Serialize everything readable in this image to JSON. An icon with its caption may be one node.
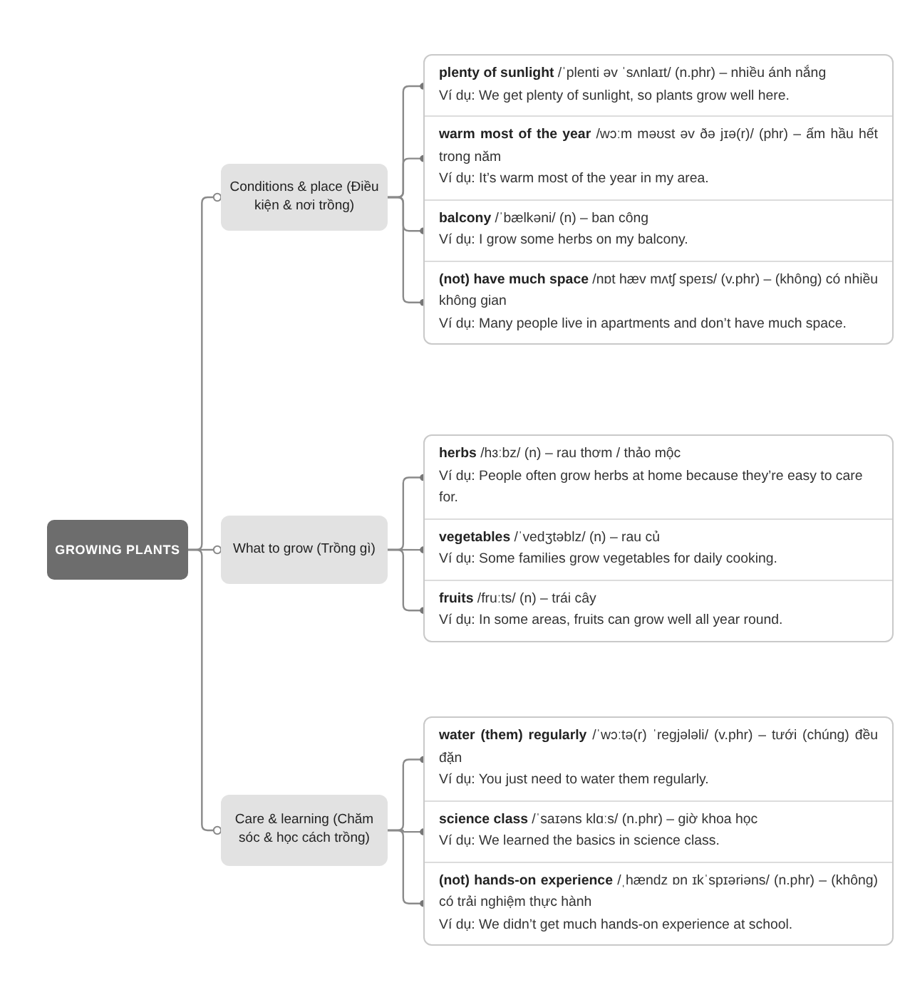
{
  "diagram": {
    "nodes": [
      {
        "text": [
          "GROWING PLANTS"
        ]
      },
      {
        "text": [
          "Conditions & place (Điều kiện & nơi trồng)"
        ]
      },
      {
        "text": [],
        "shape": "box"
      },
      {
        "text": [
          "**plenty of sunlight** /ˈplenti əv ˈsʌnlaɪt/ (n.phr) – nhiều ánh nắng",
          "Ví dụ: We get plenty of sunlight, so plants grow well here."
        ],
        "in": 2
      },
      {
        "text": [
          "**warm most of the year** /wɔːm məʊst əv ðə jɪə(r)/ (phr) – ấm hầu hết trong năm",
          "Ví dụ: It’s warm most of the year in my area."
        ],
        "in": 2
      },
      {
        "text": [
          "**balcony** /ˈbælkəni/ (n) – ban công",
          "Ví dụ: I grow some herbs on my balcony."
        ],
        "in": 2
      },
      {
        "text": [
          "**(not) have much space** /nɒt hæv mʌtʃ speɪs/ (v.phr) – (không) có nhiều không gian",
          "Ví dụ: Many people live in apartments and don’t have much space."
        ],
        "in": 2
      },
      {
        "text": [
          "What to grow (Trồng gì)"
        ]
      },
      {
        "text": [],
        "shape": "box"
      },
      {
        "text": [
          "**herbs** /hɜːbz/ (n) – rau thơm / thảo mộc",
          "Ví dụ: People often grow herbs at home because they’re easy to care for."
        ],
        "in": 8
      },
      {
        "text": [
          "**vegetables** /ˈvedʒtəblz/ (n) – rau củ",
          "Ví dụ: Some families grow vegetables for daily cooking."
        ],
        "in": 8
      },
      {
        "text": [
          "**fruits** /fruːts/ (n) – trái cây",
          "Ví dụ: In some areas, fruits can grow well all year round."
        ],
        "in": 8
      },
      {
        "text": [
          "Care & learning (Chăm sóc & học cách trồng)"
        ]
      },
      {
        "text": [],
        "shape": "box"
      },
      {
        "text": [
          "**water (them) regularly** /ˈwɔːtə(r) ˈregjələli/ (v.phr) – tưới (chúng) đều đặn",
          "Ví dụ: You just need to water them regularly."
        ],
        "in": 13
      },
      {
        "text": [
          "**science class** /ˈsaɪəns klɑːs/ (n.phr) – giờ khoa học",
          "Ví dụ: We learned the basics in science class."
        ],
        "in": 13
      },
      {
        "text": [
          "**(not) hands-on experience** /ˌhændz ɒn ɪkˈspɪəriəns/ (n.phr) – (không) có trải nghiệm thực hành",
          "Ví dụ: We didn’t get much hands-on experience at school."
        ],
        "in": 13
      }
    ],
    "edges": [
      {
        "from": 0,
        "to": 1,
        "arrow": "other"
      },
      {
        "from": 0,
        "to": 7,
        "arrow": "other"
      },
      {
        "from": 0,
        "to": 12,
        "arrow": "other"
      },
      {
        "from": 1,
        "to": 3,
        "arrow": "other"
      },
      {
        "from": 1,
        "to": 4,
        "arrow": "other"
      },
      {
        "from": 1,
        "to": 5,
        "arrow": "other"
      },
      {
        "from": 1,
        "to": 6,
        "arrow": "other"
      },
      {
        "from": 7,
        "to": 9,
        "arrow": "other"
      },
      {
        "from": 7,
        "to": 10,
        "arrow": "other"
      },
      {
        "from": 7,
        "to": 11,
        "arrow": "other"
      },
      {
        "from": 12,
        "to": 14,
        "arrow": "other"
      },
      {
        "from": 12,
        "to": 15,
        "arrow": "other"
      },
      {
        "from": 12,
        "to": 16,
        "arrow": "other"
      }
    ]
  }
}
